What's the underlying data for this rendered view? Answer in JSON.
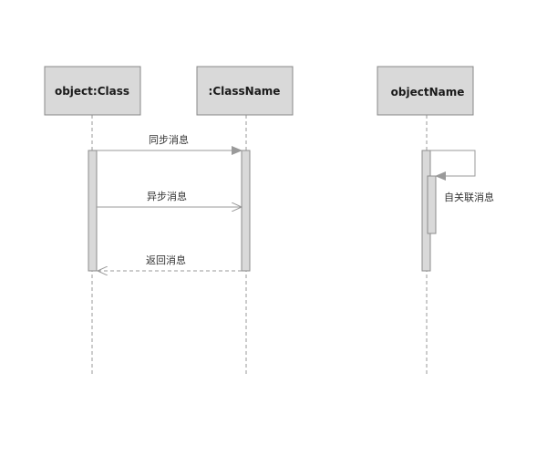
{
  "participants": [
    {
      "id": "obj",
      "label": "object:Class"
    },
    {
      "id": "cls",
      "label": ":ClassName"
    },
    {
      "id": "name",
      "label": "objectName"
    }
  ],
  "messages": {
    "sync": "同步消息",
    "async": "异步消息",
    "return": "返回消息",
    "self": "自关联消息"
  },
  "colors": {
    "box_fill": "#d9d9d9",
    "line": "#999999"
  }
}
